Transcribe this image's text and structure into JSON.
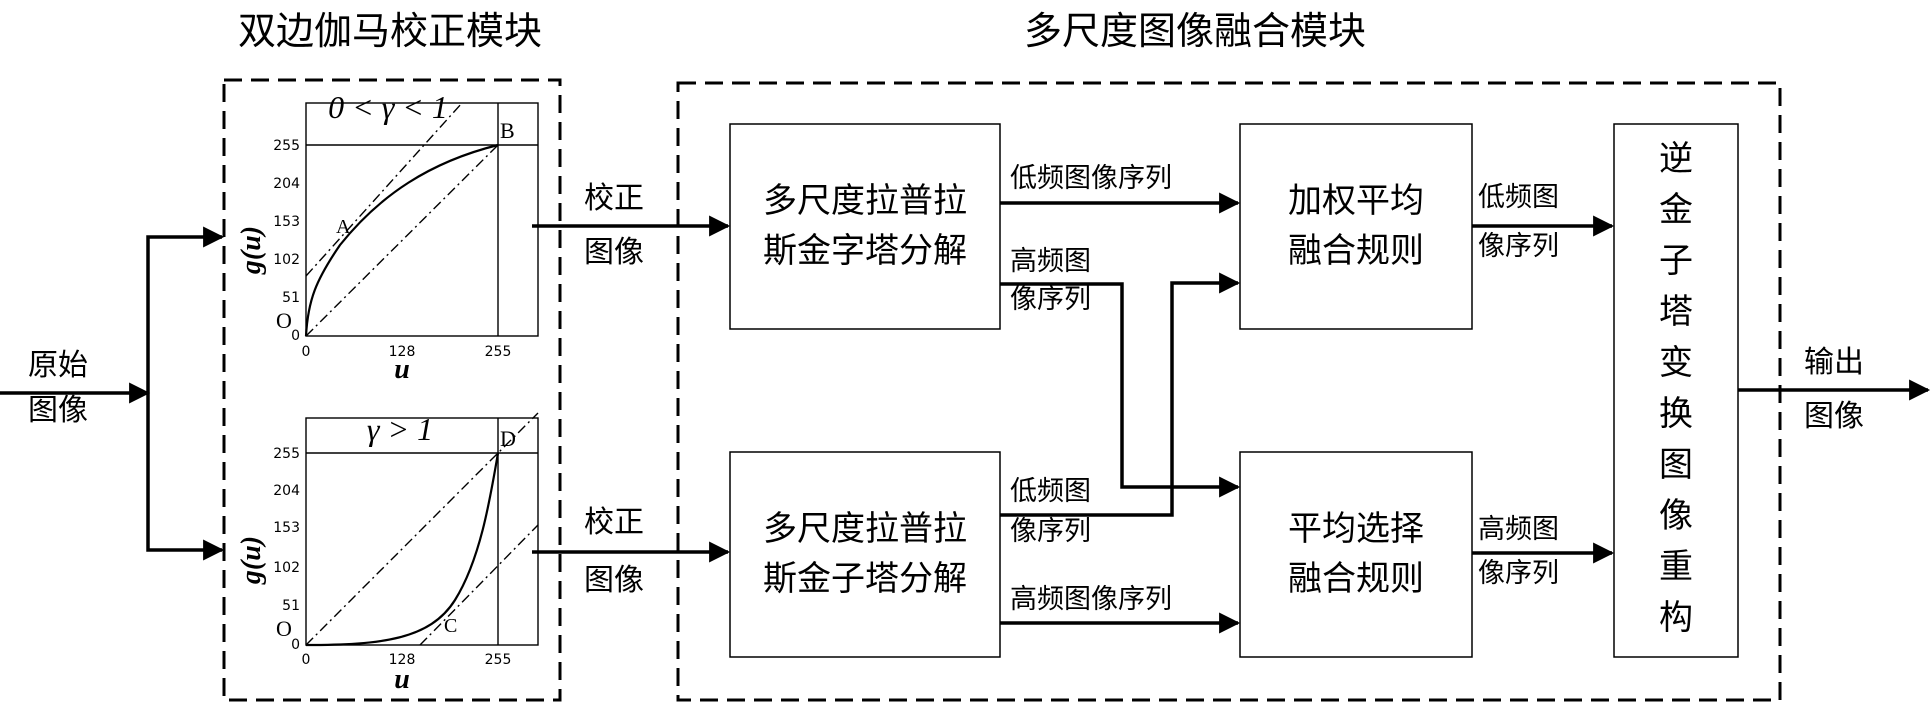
{
  "titles": {
    "gamma_module": "双边伽马校正模块",
    "fusion_module": "多尺度图像融合模块"
  },
  "input": {
    "line1": "原始",
    "line2": "图像"
  },
  "output": {
    "line1": "输出",
    "line2": "图像"
  },
  "corrected": {
    "line1": "校正",
    "line2": "图像"
  },
  "graphs": {
    "top": {
      "condition": "0 < γ < 1",
      "ylabel": "g(u)",
      "xlabel": "u",
      "origin": "O",
      "points": {
        "a": "A",
        "b": "B"
      },
      "yticks": [
        "255",
        "204",
        "153",
        "102",
        "51",
        "0"
      ],
      "xticks": [
        "0",
        "128",
        "255"
      ]
    },
    "bottom": {
      "condition": "γ > 1",
      "ylabel": "g(u)",
      "xlabel": "u",
      "origin": "O",
      "points": {
        "c": "C",
        "d": "D"
      },
      "yticks": [
        "255",
        "204",
        "153",
        "102",
        "51",
        "0"
      ],
      "xticks": [
        "0",
        "128",
        "255"
      ]
    }
  },
  "boxes": {
    "pyramid_top": {
      "line1": "多尺度拉普拉",
      "line2": "斯金字塔分解"
    },
    "pyramid_bottom": {
      "line1": "多尺度拉普拉",
      "line2": "斯金子塔分解"
    },
    "weighted": {
      "line1": "加权平均",
      "line2": "融合规则"
    },
    "select": {
      "line1": "平均选择",
      "line2": "融合规则"
    },
    "inverse": {
      "chars": [
        "逆",
        "金",
        "子",
        "塔",
        "变",
        "换",
        "图",
        "像",
        "重",
        "构"
      ]
    }
  },
  "arrow_labels": {
    "low_seq": "低频图像序列",
    "high_seq": "高频图像序列",
    "high_split": {
      "line1": "高频图",
      "line2": "像序列"
    },
    "low_split": {
      "line1": "低频图",
      "line2": "像序列"
    },
    "low_out": {
      "line1": "低频图",
      "line2": "像序列"
    },
    "high_out": {
      "line1": "高频图",
      "line2": "像序列"
    }
  }
}
